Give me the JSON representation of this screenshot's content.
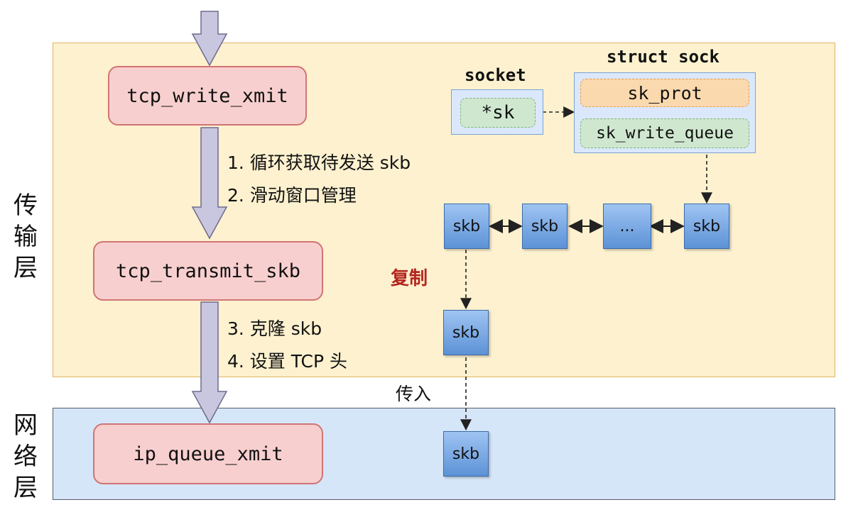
{
  "layers": {
    "transport_label": "传\n输\n层",
    "network_label": "网\n络\n层"
  },
  "functions": {
    "tcp_write_xmit": "tcp_write_xmit",
    "tcp_transmit_skb": "tcp_transmit_skb",
    "ip_queue_xmit": "ip_queue_xmit"
  },
  "steps": {
    "step1": "1. 循环获取待发送 skb",
    "step2": "2. 滑动窗口管理",
    "step3": "3. 克隆 skb",
    "step4": "4. 设置 TCP 头"
  },
  "socket": {
    "title": "socket",
    "field": "*sk"
  },
  "struct_sock": {
    "title": "struct sock",
    "prot_field": "sk_prot",
    "queue_field": "sk_write_queue"
  },
  "queue": {
    "items": [
      "skb",
      "skb",
      "...",
      "skb"
    ]
  },
  "clone": {
    "copy_label": "复制",
    "cloned_skb": "skb",
    "pass_label": "传入",
    "network_skb": "skb"
  },
  "colors": {
    "transport_bg": "#fdf1cf",
    "network_bg": "#d6e6f9",
    "function_fill": "#f8cfcf",
    "skb_fill": "#7aa9e6",
    "copy_label": "#b3261e",
    "flow_arrow": "#c9c7e0"
  }
}
